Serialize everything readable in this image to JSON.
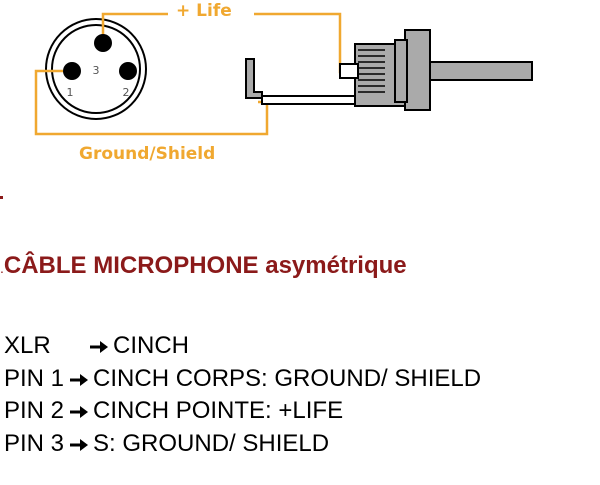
{
  "diagram": {
    "life_label": "+ Life",
    "ground_label": "Ground/Shield",
    "pin_numbers": [
      "1",
      "2",
      "3"
    ],
    "colors": {
      "wire": "#f0a830",
      "outline": "#000000",
      "connector_fill": "#aaaaaa"
    }
  },
  "title": {
    "lead": ".",
    "bold": "CÂBLE MICROPHONE",
    "regular": "asymétrique",
    "color": "#8b1a1a"
  },
  "rows": [
    {
      "left": "XLR",
      "right": "CINCH",
      "arrow_icon": "arrow-right-icon"
    },
    {
      "left": "PIN 1",
      "right": "CINCH CORPS: GROUND/ SHIELD",
      "arrow_icon": "arrow-right-icon"
    },
    {
      "left": "PIN 2",
      "right": "CINCH POINTE: +LIFE",
      "arrow_icon": "arrow-right-icon"
    },
    {
      "left": "PIN 3",
      "right": "S: GROUND/ SHIELD",
      "arrow_icon": "arrow-right-icon"
    }
  ]
}
